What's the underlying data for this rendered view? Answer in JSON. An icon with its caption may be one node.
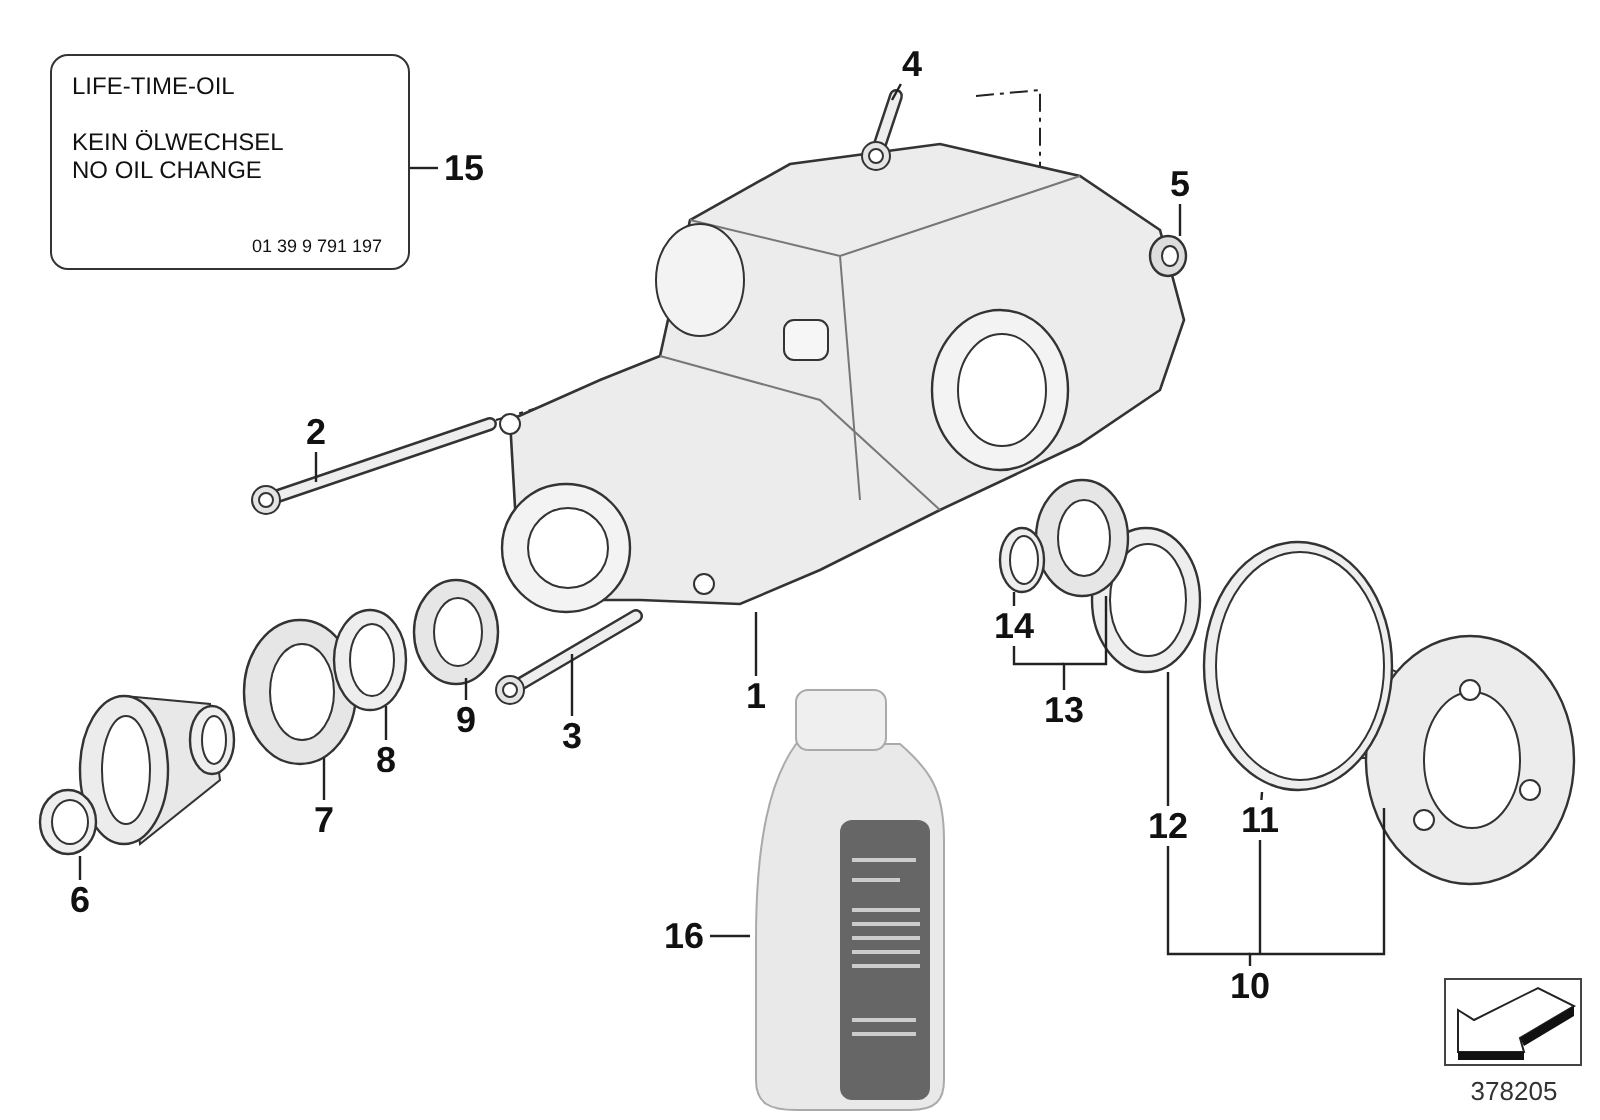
{
  "diagram": {
    "nodes": [
      {
        "text": [
          "LIFE-TIME-OIL",
          "KEIN ÖLWECHSEL NO OIL CHANGE",
          "01 39 9 791 197"
        ]
      },
      {
        "text": [
          "15"
        ]
      },
      {
        "text": [
          "1"
        ]
      },
      {
        "text": [],
        "shape": "picture"
      },
      {
        "text": [
          "2"
        ]
      },
      {
        "text": [],
        "shape": "picture"
      },
      {
        "text": [
          "3"
        ]
      },
      {
        "text": [],
        "shape": "picture"
      },
      {
        "text": [
          "4"
        ]
      },
      {
        "text": [],
        "shape": "picture"
      },
      {
        "text": [
          "5"
        ]
      },
      {
        "text": [],
        "shape": "picture"
      },
      {
        "text": [
          "6"
        ]
      },
      {
        "text": [],
        "shape": "picture"
      },
      {
        "text": [
          "7"
        ]
      },
      {
        "text": [],
        "shape": "picture"
      },
      {
        "text": [
          "8"
        ]
      },
      {
        "text": [],
        "shape": "picture"
      },
      {
        "text": [
          "9"
        ]
      },
      {
        "text": [],
        "shape": "picture"
      },
      {
        "text": [
          "10"
        ]
      },
      {
        "text": [],
        "shape": "picture"
      },
      {
        "text": [
          "11"
        ]
      },
      {
        "text": [],
        "shape": "picture"
      },
      {
        "text": [
          "12"
        ]
      },
      {
        "text": [],
        "shape": "picture"
      },
      {
        "text": [
          "13"
        ]
      },
      {
        "text": [],
        "shape": "picture"
      },
      {
        "text": [
          "14"
        ]
      },
      {
        "text": [],
        "shape": "picture"
      },
      {
        "text": [
          "16"
        ]
      },
      {
        "text": [],
        "shape": "picture"
      }
    ],
    "edges": [
      {
        "from": 1,
        "to": 0,
        "arrow": "none"
      },
      {
        "from": 2,
        "to": 3,
        "arrow": "none"
      },
      {
        "from": 4,
        "to": 5,
        "arrow": "none"
      },
      {
        "from": 6,
        "to": 7,
        "arrow": "none"
      },
      {
        "from": 8,
        "to": 9,
        "arrow": "none"
      },
      {
        "from": 10,
        "to": 11,
        "arrow": "none"
      },
      {
        "from": 12,
        "to": 13,
        "arrow": "none"
      },
      {
        "from": 14,
        "to": 15,
        "arrow": "none"
      },
      {
        "from": 16,
        "to": 17,
        "arrow": "none"
      },
      {
        "from": 18,
        "to": 19,
        "arrow": "none"
      },
      {
        "from": 20,
        "to": 21,
        "arrow": "none"
      },
      {
        "from": 22,
        "to": 23,
        "arrow": "none"
      },
      {
        "from": 24,
        "to": 25,
        "arrow": "none"
      },
      {
        "from": 26,
        "to": 27,
        "arrow": "none"
      },
      {
        "from": 28,
        "to": 29,
        "arrow": "none"
      },
      {
        "from": 30,
        "to": 31,
        "arrow": "none"
      }
    ],
    "labels": [
      "378205"
    ]
  }
}
